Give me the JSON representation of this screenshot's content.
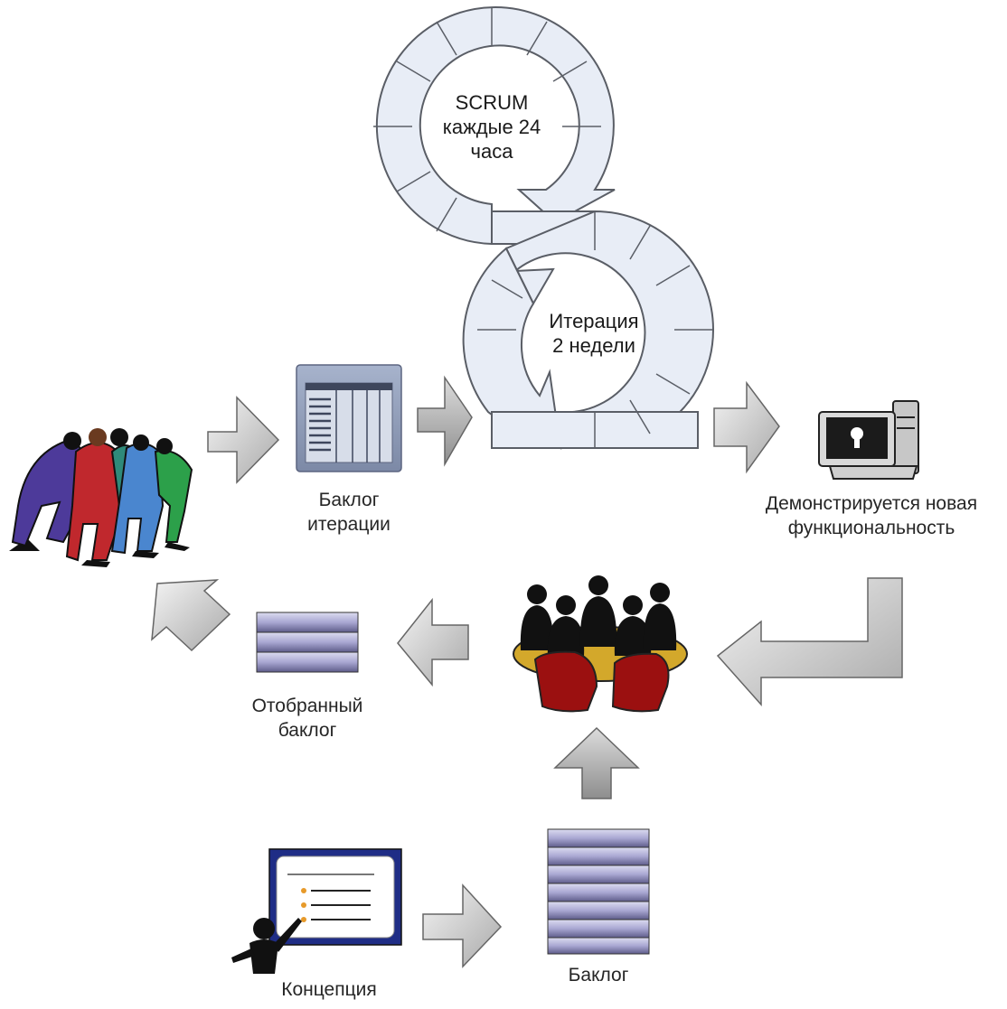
{
  "cycles": {
    "daily": {
      "line1": "SCRUM",
      "line2": "каждые 24",
      "line3": "часа"
    },
    "iteration": {
      "line1": "Итерация",
      "line2": "2 недели"
    }
  },
  "labels": {
    "iteration_backlog": {
      "line1": "Баклог",
      "line2": "итерации"
    },
    "demo": {
      "line1": "Демонстрируется новая",
      "line2": "функциональность"
    },
    "selected_backlog": {
      "line1": "Отобранный",
      "line2": "баклог"
    },
    "concept": "Концепция",
    "backlog": "Баклог"
  },
  "colors": {
    "ring_fill": "#e8edf6",
    "ring_stroke": "#5a5e66",
    "arrow_fill": "#cfcfcf",
    "arrow_stroke": "#666666",
    "backlog_fill": "#b6b4d8",
    "board_frame": "#1f2d86",
    "meeting_chair": "#9b1010",
    "meeting_table": "#d3a82b"
  }
}
